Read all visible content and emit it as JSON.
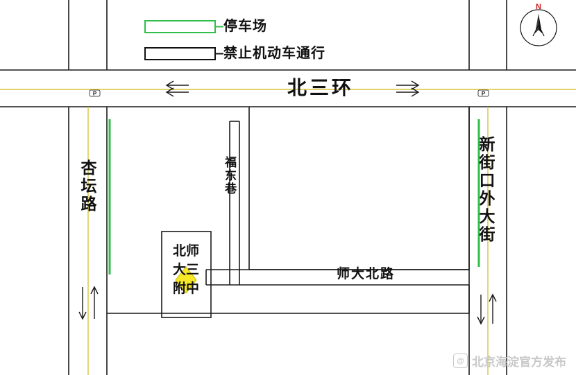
{
  "legend": {
    "items": [
      {
        "label": "停车场",
        "color": "#2fbf4a",
        "swatch": "parking-swatch"
      },
      {
        "label": "禁止机动车通行",
        "color": "#111111",
        "swatch": "no-vehicle-swatch"
      }
    ]
  },
  "compass": {
    "letter": "N",
    "name": "compass-rose"
  },
  "roads": {
    "north_third_ring": "北三环",
    "shida_north_road": "师大北路",
    "xingtan_road": "杏坛路",
    "fudong_lane": "福东巷",
    "xinjiekou_outer_street": "新街口外大街"
  },
  "poi": {
    "school": "北师大三附中",
    "school_lines": [
      "北师",
      "大三",
      "附中"
    ]
  },
  "markers": {
    "parking_marker": "P",
    "arrow": "yellow-diamond-arrow"
  },
  "watermark": {
    "badge": "@",
    "text": "北京海淀官方发布"
  },
  "colors": {
    "parking_green": "#2fbf4a",
    "no_vehicle_black": "#111111",
    "road_line": "#1a1a1a",
    "divider_yellow": "#d9c43a",
    "arrow_yellow": "#f7e827",
    "compass_red": "#d11a1a",
    "watermark_gray": "#c8c8c8"
  }
}
